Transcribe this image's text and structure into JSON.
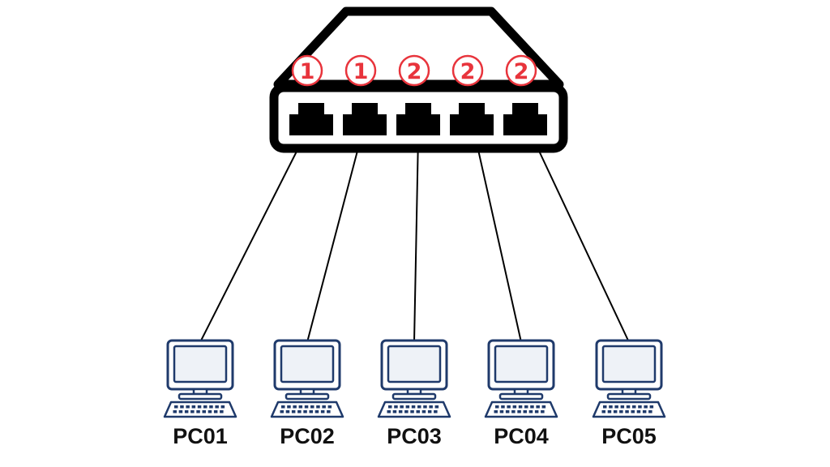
{
  "colors": {
    "switch_outline": "#000000",
    "port": "#000000",
    "vlan_marker": "#e8343c",
    "cable": "#000000",
    "pc_outline": "#1f3a6b",
    "pc_fill": "#ffffff",
    "pc_screen": "#eef2f7",
    "label": "#111111"
  },
  "switch": {
    "ports": [
      {
        "vlan_label": "1"
      },
      {
        "vlan_label": "1"
      },
      {
        "vlan_label": "2"
      },
      {
        "vlan_label": "2"
      },
      {
        "vlan_label": "2"
      }
    ]
  },
  "pcs": [
    {
      "label": "PC01",
      "port": 0
    },
    {
      "label": "PC02",
      "port": 1
    },
    {
      "label": "PC03",
      "port": 2
    },
    {
      "label": "PC04",
      "port": 3
    },
    {
      "label": "PC05",
      "port": 4
    }
  ]
}
